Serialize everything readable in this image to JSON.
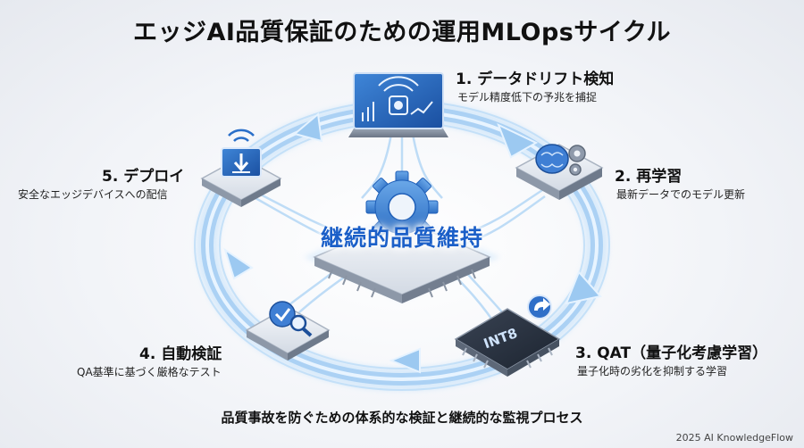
{
  "title": "エッジAI品質保証のための運用MLOpsサイクル",
  "center": {
    "label": "継続的品質維持"
  },
  "steps": [
    {
      "title": "1. データドリフト検知",
      "desc": "モデル精度低下の予兆を捕捉",
      "icon": "drift-sensor-icon"
    },
    {
      "title": "2. 再学習",
      "desc": "最新データでのモデル更新",
      "icon": "brain-gears-icon"
    },
    {
      "title": "3. QAT（量子化考慮学習）",
      "desc": "量子化時の劣化を抑制する学習",
      "icon": "int8-chip-icon",
      "chip_label": "INT8"
    },
    {
      "title": "4. 自動検証",
      "desc": "QA基準に基づく厳格なテスト",
      "icon": "check-magnifier-icon"
    },
    {
      "title": "5. デプロイ",
      "desc": "安全なエッジデバイスへの配信",
      "icon": "wireless-download-icon"
    }
  ],
  "footer": "品質事故を防ぐための体系的な検証と継続的な監視プロセス",
  "copyright": "2025 AI KnowledgeFlow",
  "colors": {
    "accent": "#1b5fc8",
    "ring": "#8ec3f2",
    "glow": "#cfe6fb"
  }
}
